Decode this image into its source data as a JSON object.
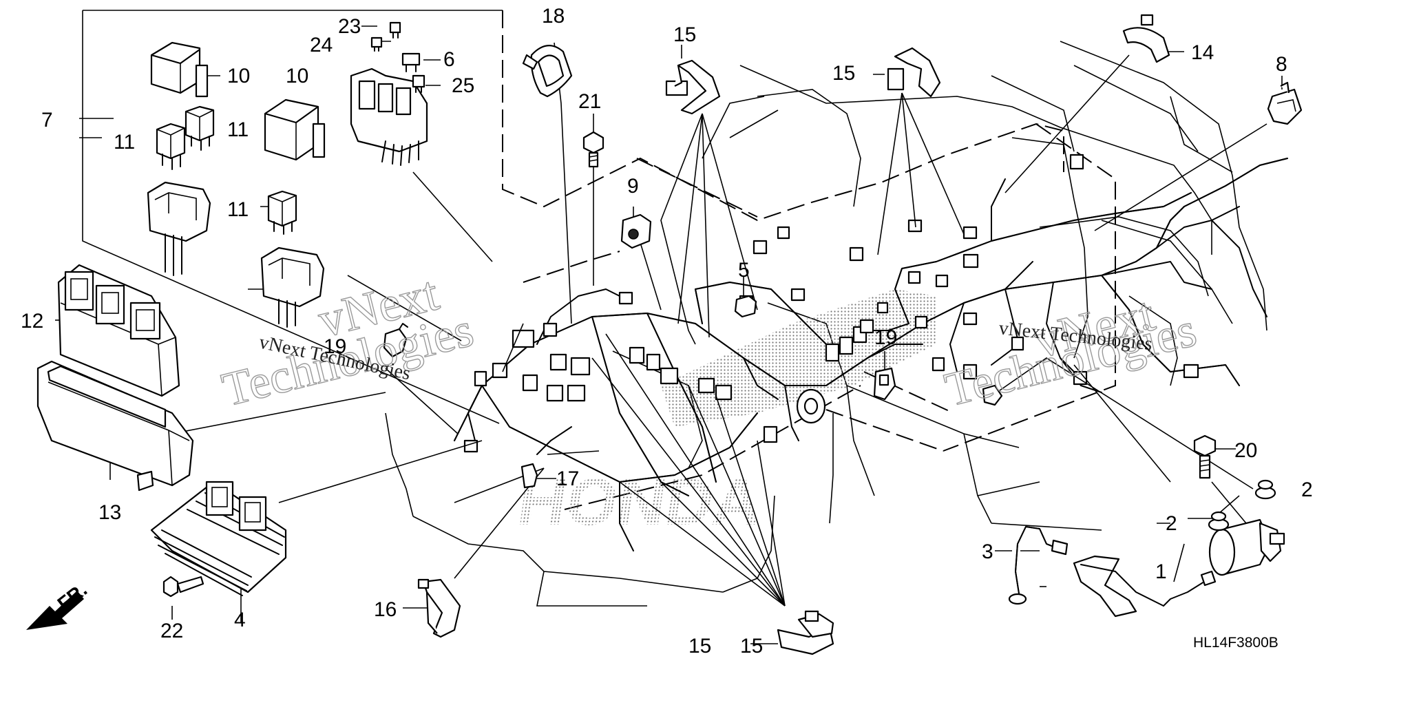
{
  "diagram_code": "HL14F3800B",
  "brand_mark": "HONDA",
  "front_marker": "FR.",
  "watermark": {
    "brand_short": "vNext",
    "brand_long": "Technologies",
    "line": "vNext Technologies"
  },
  "callouts": [
    "1",
    "2",
    "2",
    "3",
    "4",
    "5",
    "6",
    "7",
    "8",
    "9",
    "10",
    "10",
    "11",
    "11",
    "11",
    "12",
    "13",
    "14",
    "15",
    "15",
    "15",
    "15",
    "16",
    "17",
    "18",
    "19",
    "19",
    "20",
    "21",
    "22",
    "23",
    "24",
    "25"
  ],
  "colors": {
    "line": "#000000",
    "watermark": "#9a9a9a",
    "halftone": "#7a7a7a"
  }
}
